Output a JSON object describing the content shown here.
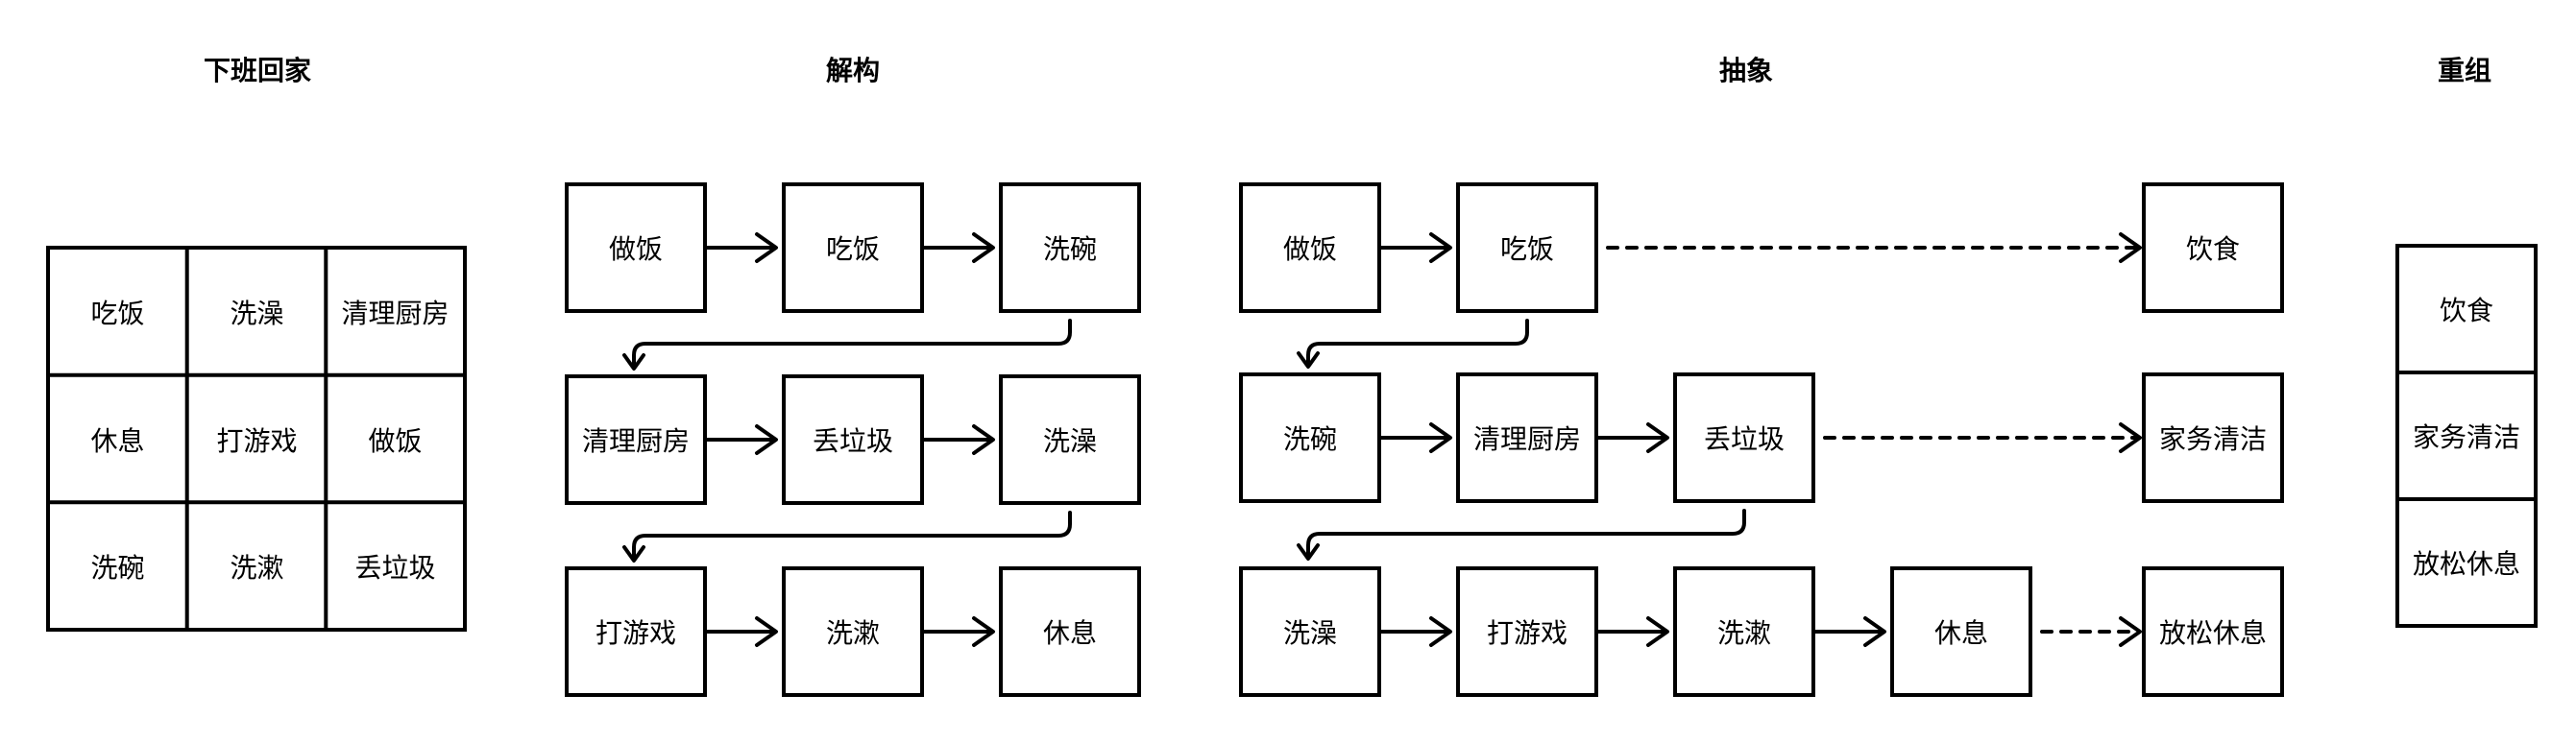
{
  "titles": {
    "commute": "下班回家",
    "deconstruct": "解构",
    "abstract": "抽象",
    "recompose": "重组"
  },
  "grid": [
    [
      "吃饭",
      "洗澡",
      "清理厨房"
    ],
    [
      "休息",
      "打游戏",
      "做饭"
    ],
    [
      "洗碗",
      "洗漱",
      "丢垃圾"
    ]
  ],
  "deconstruct": {
    "row1": [
      "做饭",
      "吃饭",
      "洗碗"
    ],
    "row2": [
      "清理厨房",
      "丢垃圾",
      "洗澡"
    ],
    "row3": [
      "打游戏",
      "洗漱",
      "休息"
    ]
  },
  "abstract": {
    "row1": [
      "做饭",
      "吃饭"
    ],
    "row1_result": "饮食",
    "row2": [
      "洗碗",
      "清理厨房",
      "丢垃圾"
    ],
    "row2_result": "家务清洁",
    "row3": [
      "洗澡",
      "打游戏",
      "洗漱",
      "休息"
    ],
    "row3_result": "放松休息"
  },
  "recompose": [
    "饮食",
    "家务清洁",
    "放松休息"
  ]
}
